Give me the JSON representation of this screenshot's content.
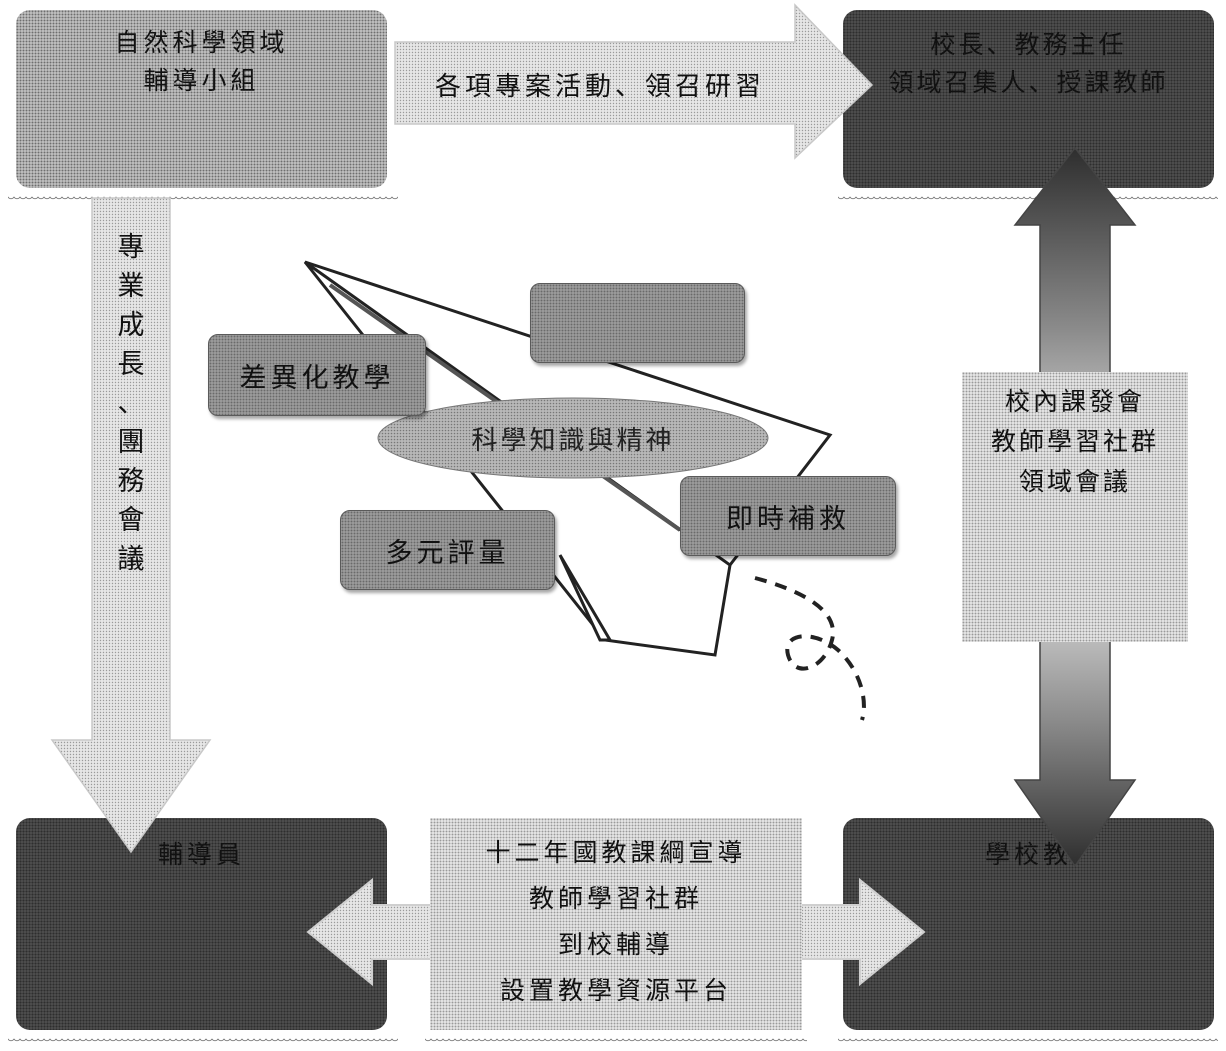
{
  "boxes": {
    "top_left": {
      "line1": "自然科學領域",
      "line2": "輔導小組"
    },
    "top_right": {
      "line1": "校長、教務主任",
      "line2": "領域召集人、授課教師"
    },
    "bottom_left": {
      "label": "輔導員"
    },
    "bottom_right": {
      "label": "學校教"
    }
  },
  "arrows": {
    "top": {
      "label": "各項專案活動、領召研習"
    },
    "left_vertical": {
      "chars": [
        "專",
        "業",
        "成",
        "長",
        "、",
        "團",
        "務",
        "會",
        "議"
      ]
    },
    "right_vertical": {
      "line1": "校內課發會",
      "line2": "教師學習社群",
      "line3": "領域會議"
    },
    "bottom": {
      "line1": "十二年國教課綱宣導",
      "line2": "教師學習社群",
      "line3": "到校輔導",
      "line4": "設置教學資源平台"
    }
  },
  "center": {
    "oval": "科學知識與精神",
    "pill_differentiated": "差異化教學",
    "pill_assessment": "多元評量",
    "pill_remedial": "即時補救",
    "pill_empty": ""
  },
  "colors": {
    "light": "#e4e4e4",
    "mid": "#a8a8a8",
    "dark": "#4f4f4f"
  }
}
